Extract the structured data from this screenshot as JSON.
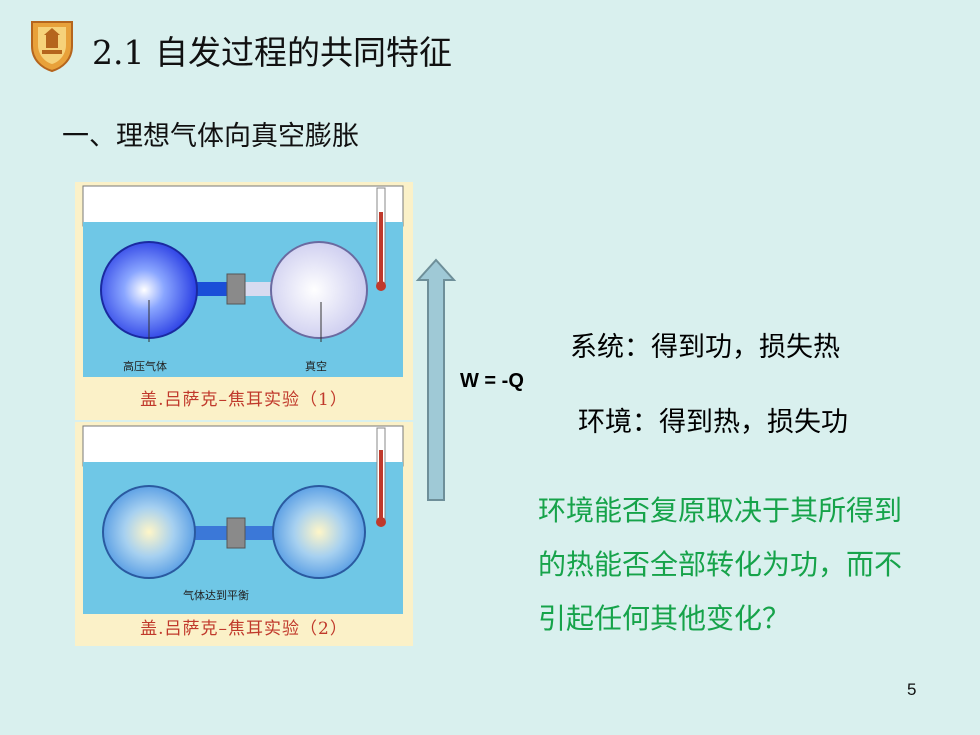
{
  "slide": {
    "title": "2.1  自发过程的共同特征",
    "subtitle": "一、理想气体向真空膨胀",
    "page_number": "5"
  },
  "figure": {
    "panel1": {
      "left_label": "高压气体",
      "right_label": "真空",
      "caption": "盖.吕萨克–焦耳实验（1）"
    },
    "panel2": {
      "center_label": "气体达到平衡",
      "caption": "盖.吕萨克–焦耳实验（2）"
    }
  },
  "relation": {
    "equation": "W = -Q",
    "system_text": "系统：得到功，损失热",
    "environment_text": "环境：得到热，损失功"
  },
  "question": "环境能否复原取决于其所得到的热能否全部转化为功，而不引起任何其他变化？",
  "colors": {
    "background": "#d9f0ee",
    "question_text": "#16a34a",
    "caption_text": "#c0392b"
  },
  "icons": {
    "logo": "university-shield-icon",
    "arrow": "up-arrow-icon"
  }
}
